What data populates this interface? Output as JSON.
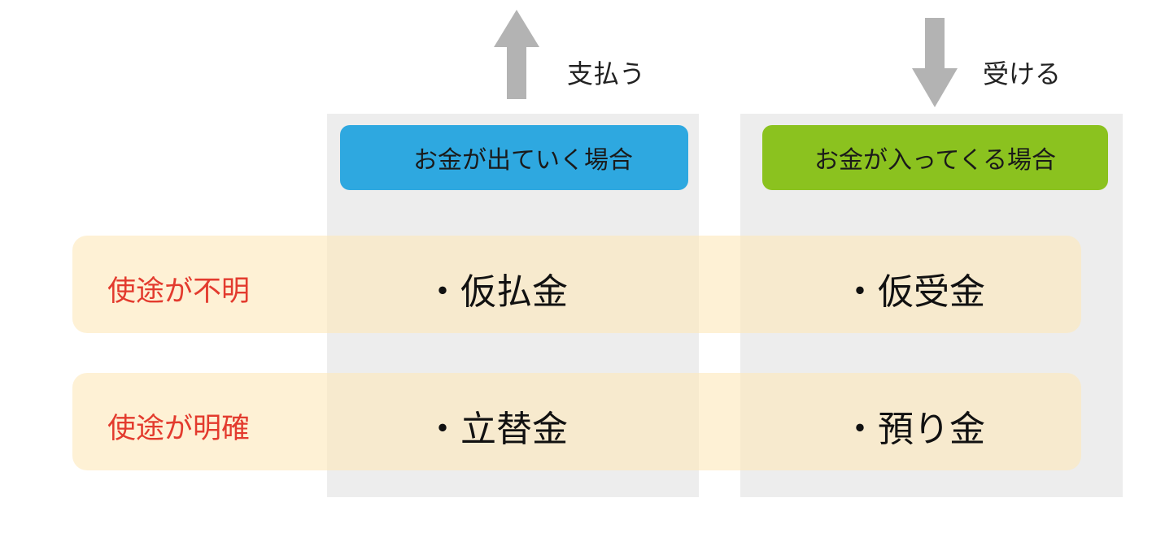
{
  "arrows": {
    "pay_label": "支払う",
    "receive_label": "受ける",
    "color": "#b3b3b3"
  },
  "columns": {
    "outgoing": {
      "header": "お金が出ていく場合",
      "color": "#2ea8e0"
    },
    "incoming": {
      "header": "お金が入ってくる場合",
      "color": "#8bc21f"
    }
  },
  "rows": [
    {
      "label": "使途が不明",
      "outgoing": "・仮払金",
      "incoming": "・仮受金"
    },
    {
      "label": "使途が明確",
      "outgoing": "・立替金",
      "incoming": "・預り金"
    }
  ],
  "colors": {
    "row_label": "#e33b2e",
    "row_band": "#fde8bc",
    "column_background": "#ededed"
  }
}
